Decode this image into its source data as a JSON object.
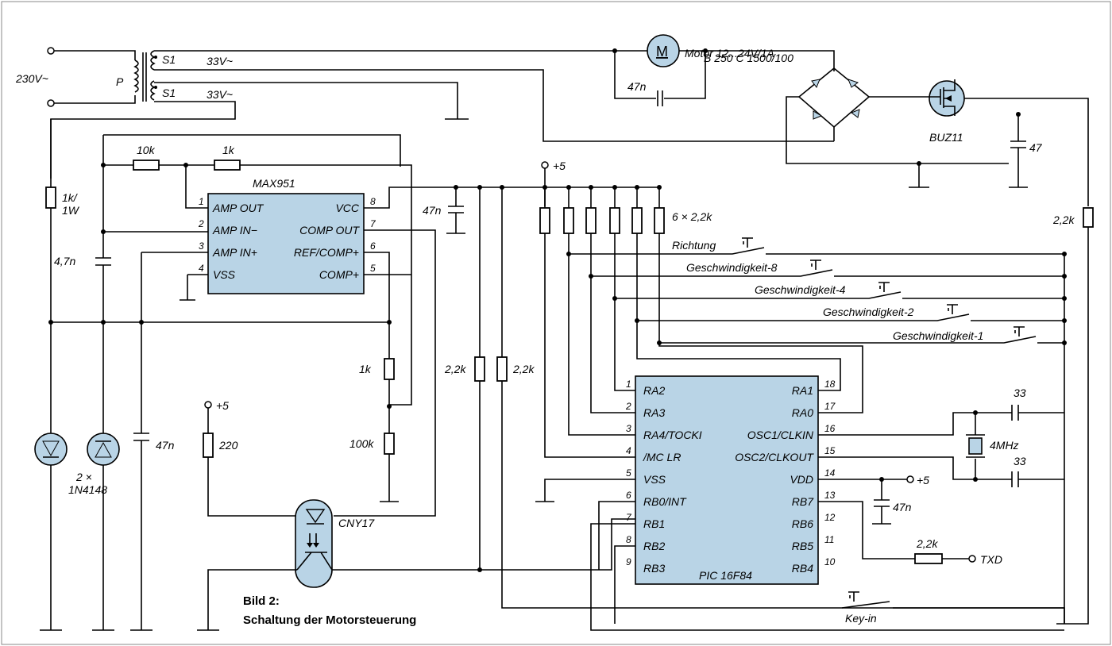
{
  "caption": {
    "line1": "Bild 2:",
    "line2": "Schaltung der Motorsteuerung"
  },
  "mains": {
    "voltage": "230V~",
    "primary": "P",
    "secondary1": "S1",
    "secondary2": "S1",
    "sec_voltage1": "33V~",
    "sec_voltage2": "33V~"
  },
  "motor": {
    "symbol": "M",
    "label": "Motor 12...24V/1A",
    "cap": "47n"
  },
  "bridge": {
    "label": "B 250 C 1500/100"
  },
  "mosfet": {
    "label": "BUZ11"
  },
  "right_parts": {
    "cap47": "47",
    "r22k": "2,2k"
  },
  "max951": {
    "title": "MAX951",
    "pins_left": [
      {
        "num": "1",
        "name": "AMP OUT"
      },
      {
        "num": "2",
        "name": "AMP IN−"
      },
      {
        "num": "3",
        "name": "AMP IN+"
      },
      {
        "num": "4",
        "name": "VSS"
      }
    ],
    "pins_right": [
      {
        "num": "8",
        "name": "VCC"
      },
      {
        "num": "7",
        "name": "COMP OUT"
      },
      {
        "num": "6",
        "name": "REF/COMP+"
      },
      {
        "num": "5",
        "name": "COMP+"
      }
    ]
  },
  "left_parts": {
    "r10k": "10k",
    "r1k_top": "1k",
    "r1k1w": "1k/",
    "r1k1w_2": "1W",
    "c47n_left": "4,7n",
    "c47n_bottom": "47n",
    "diodes": "2 ×",
    "diodes_type": "1N4148"
  },
  "mid_parts": {
    "c47n_vcc": "47n",
    "r1k": "1k",
    "r100k": "100k",
    "r220": "220",
    "vplus_opto": "+5",
    "opto": "CNY17",
    "r22k_a": "2,2k",
    "r22k_b": "2,2k"
  },
  "pullups": {
    "vplus": "+5",
    "label": "6 × 2,2k"
  },
  "switches": {
    "s1": "Richtung",
    "s2": "Geschwindigkeit-8",
    "s3": "Geschwindigkeit-4",
    "s4": "Geschwindigkeit-2",
    "s5": "Geschwindigkeit-1",
    "key": "Key-in"
  },
  "pic": {
    "title": "PIC 16F84",
    "pins_left": [
      {
        "num": "1",
        "name": "RA2"
      },
      {
        "num": "2",
        "name": "RA3"
      },
      {
        "num": "3",
        "name": "RA4/TOCKI"
      },
      {
        "num": "4",
        "name": "/MC LR"
      },
      {
        "num": "5",
        "name": "VSS"
      },
      {
        "num": "6",
        "name": "RB0/INT"
      },
      {
        "num": "7",
        "name": "RB1"
      },
      {
        "num": "8",
        "name": "RB2"
      },
      {
        "num": "9",
        "name": "RB3"
      }
    ],
    "pins_right": [
      {
        "num": "18",
        "name": "RA1"
      },
      {
        "num": "17",
        "name": "RA0"
      },
      {
        "num": "16",
        "name": "OSC1/CLKIN"
      },
      {
        "num": "15",
        "name": "OSC2/CLKOUT"
      },
      {
        "num": "14",
        "name": "VDD"
      },
      {
        "num": "13",
        "name": "RB7"
      },
      {
        "num": "12",
        "name": "RB6"
      },
      {
        "num": "11",
        "name": "RB5"
      },
      {
        "num": "10",
        "name": "RB4"
      }
    ]
  },
  "osc": {
    "c1": "33",
    "c2": "33",
    "crystal": "4MHz",
    "vdd": "+5",
    "c47n": "47n",
    "txd_r": "2,2k",
    "txd": "TXD"
  }
}
